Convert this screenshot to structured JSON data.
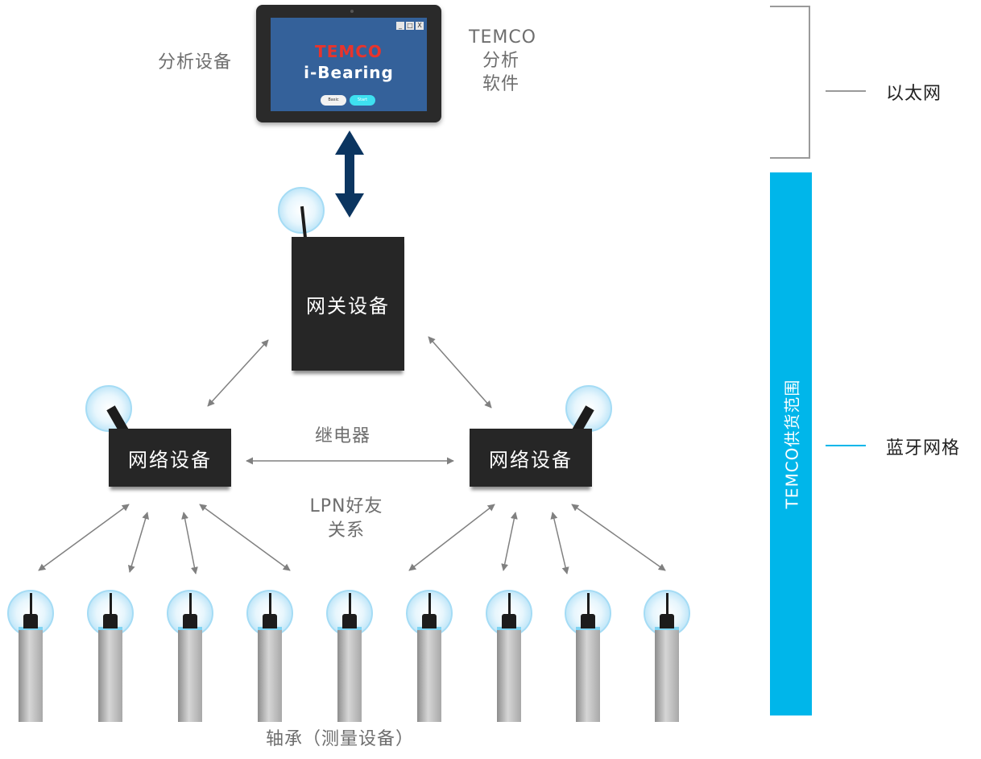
{
  "tablet": {
    "device_label": "分析设备",
    "brand": "TEMCO",
    "product": "i-Bearing",
    "window_controls": [
      "_",
      "□",
      "X"
    ],
    "buttons": [
      "Basic",
      "Start"
    ]
  },
  "software_label": [
    "TEMCO",
    "分析",
    "软件"
  ],
  "gateway_label": "网关设备",
  "network_devices": [
    {
      "label": "网络设备"
    },
    {
      "label": "网络设备"
    }
  ],
  "relay_label": "继电器",
  "lpn_label": [
    "LPN好友",
    "关系"
  ],
  "sensors_caption": "轴承（测量设备）",
  "sensor_count": 9,
  "right_panel": {
    "ethernet_label": "以太网",
    "bluetooth_mesh_label": "蓝牙网格",
    "supply_scope_label": "TEMCO供货范围"
  },
  "colors": {
    "brand_red": "#e8342c",
    "screen_blue": "#34619a",
    "arrow_navy": "#0b3560",
    "accent_cyan": "#00b6ea",
    "device_black": "#262626",
    "arrow_gray": "#808080"
  }
}
